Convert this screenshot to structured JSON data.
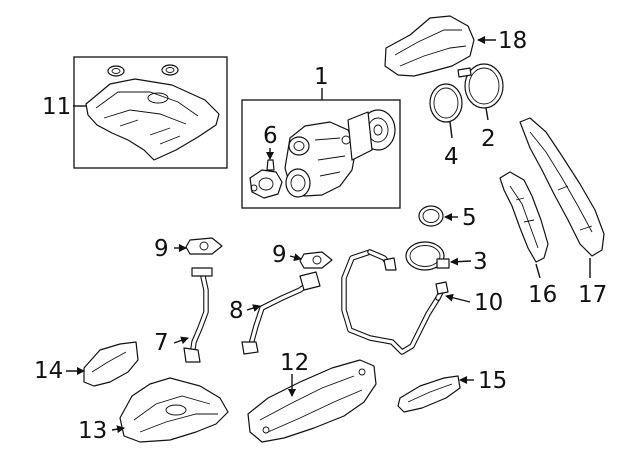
{
  "callouts": [
    {
      "id": "1",
      "label": "1"
    },
    {
      "id": "2",
      "label": "2"
    },
    {
      "id": "3",
      "label": "3"
    },
    {
      "id": "4",
      "label": "4"
    },
    {
      "id": "5",
      "label": "5"
    },
    {
      "id": "6",
      "label": "6"
    },
    {
      "id": "7",
      "label": "7"
    },
    {
      "id": "8",
      "label": "8"
    },
    {
      "id": "9a",
      "label": "9"
    },
    {
      "id": "9b",
      "label": "9"
    },
    {
      "id": "10",
      "label": "10"
    },
    {
      "id": "11",
      "label": "11"
    },
    {
      "id": "12",
      "label": "12"
    },
    {
      "id": "13",
      "label": "13"
    },
    {
      "id": "14",
      "label": "14"
    },
    {
      "id": "15",
      "label": "15"
    },
    {
      "id": "16",
      "label": "16"
    },
    {
      "id": "17",
      "label": "17"
    },
    {
      "id": "18",
      "label": "18"
    }
  ],
  "colors": {
    "line": "#111111",
    "background": "#ffffff"
  }
}
